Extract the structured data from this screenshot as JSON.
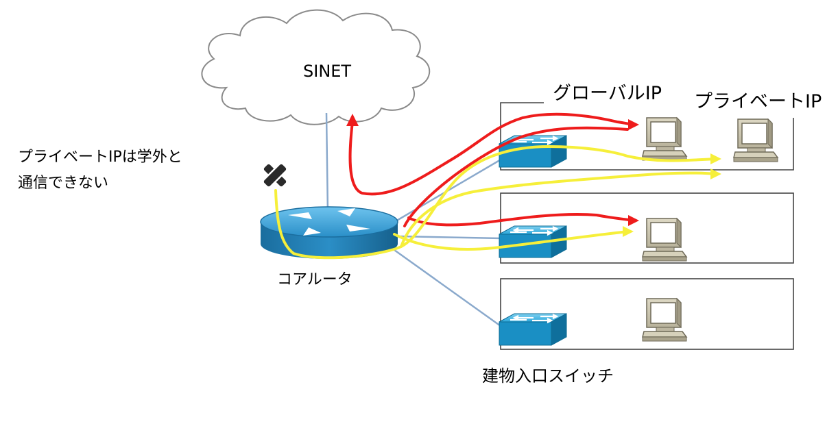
{
  "cloud": {
    "label": "SINET"
  },
  "labels": {
    "global_ip": "グローバルIP",
    "private_ip": "プライベートIP",
    "blocked_note_line1": "プライベートIPは学外と",
    "blocked_note_line2": "通信できない",
    "core_router": "コアルータ",
    "building_switch": "建物入口スイッチ"
  },
  "legend_colors": {
    "global_path": "#ee1c1c",
    "private_path": "#f6ef3a",
    "link": "#8aa9cc",
    "switch": "#1aa3d6",
    "router": "#2b8fc4",
    "block_mark": "#2a2a2a"
  }
}
